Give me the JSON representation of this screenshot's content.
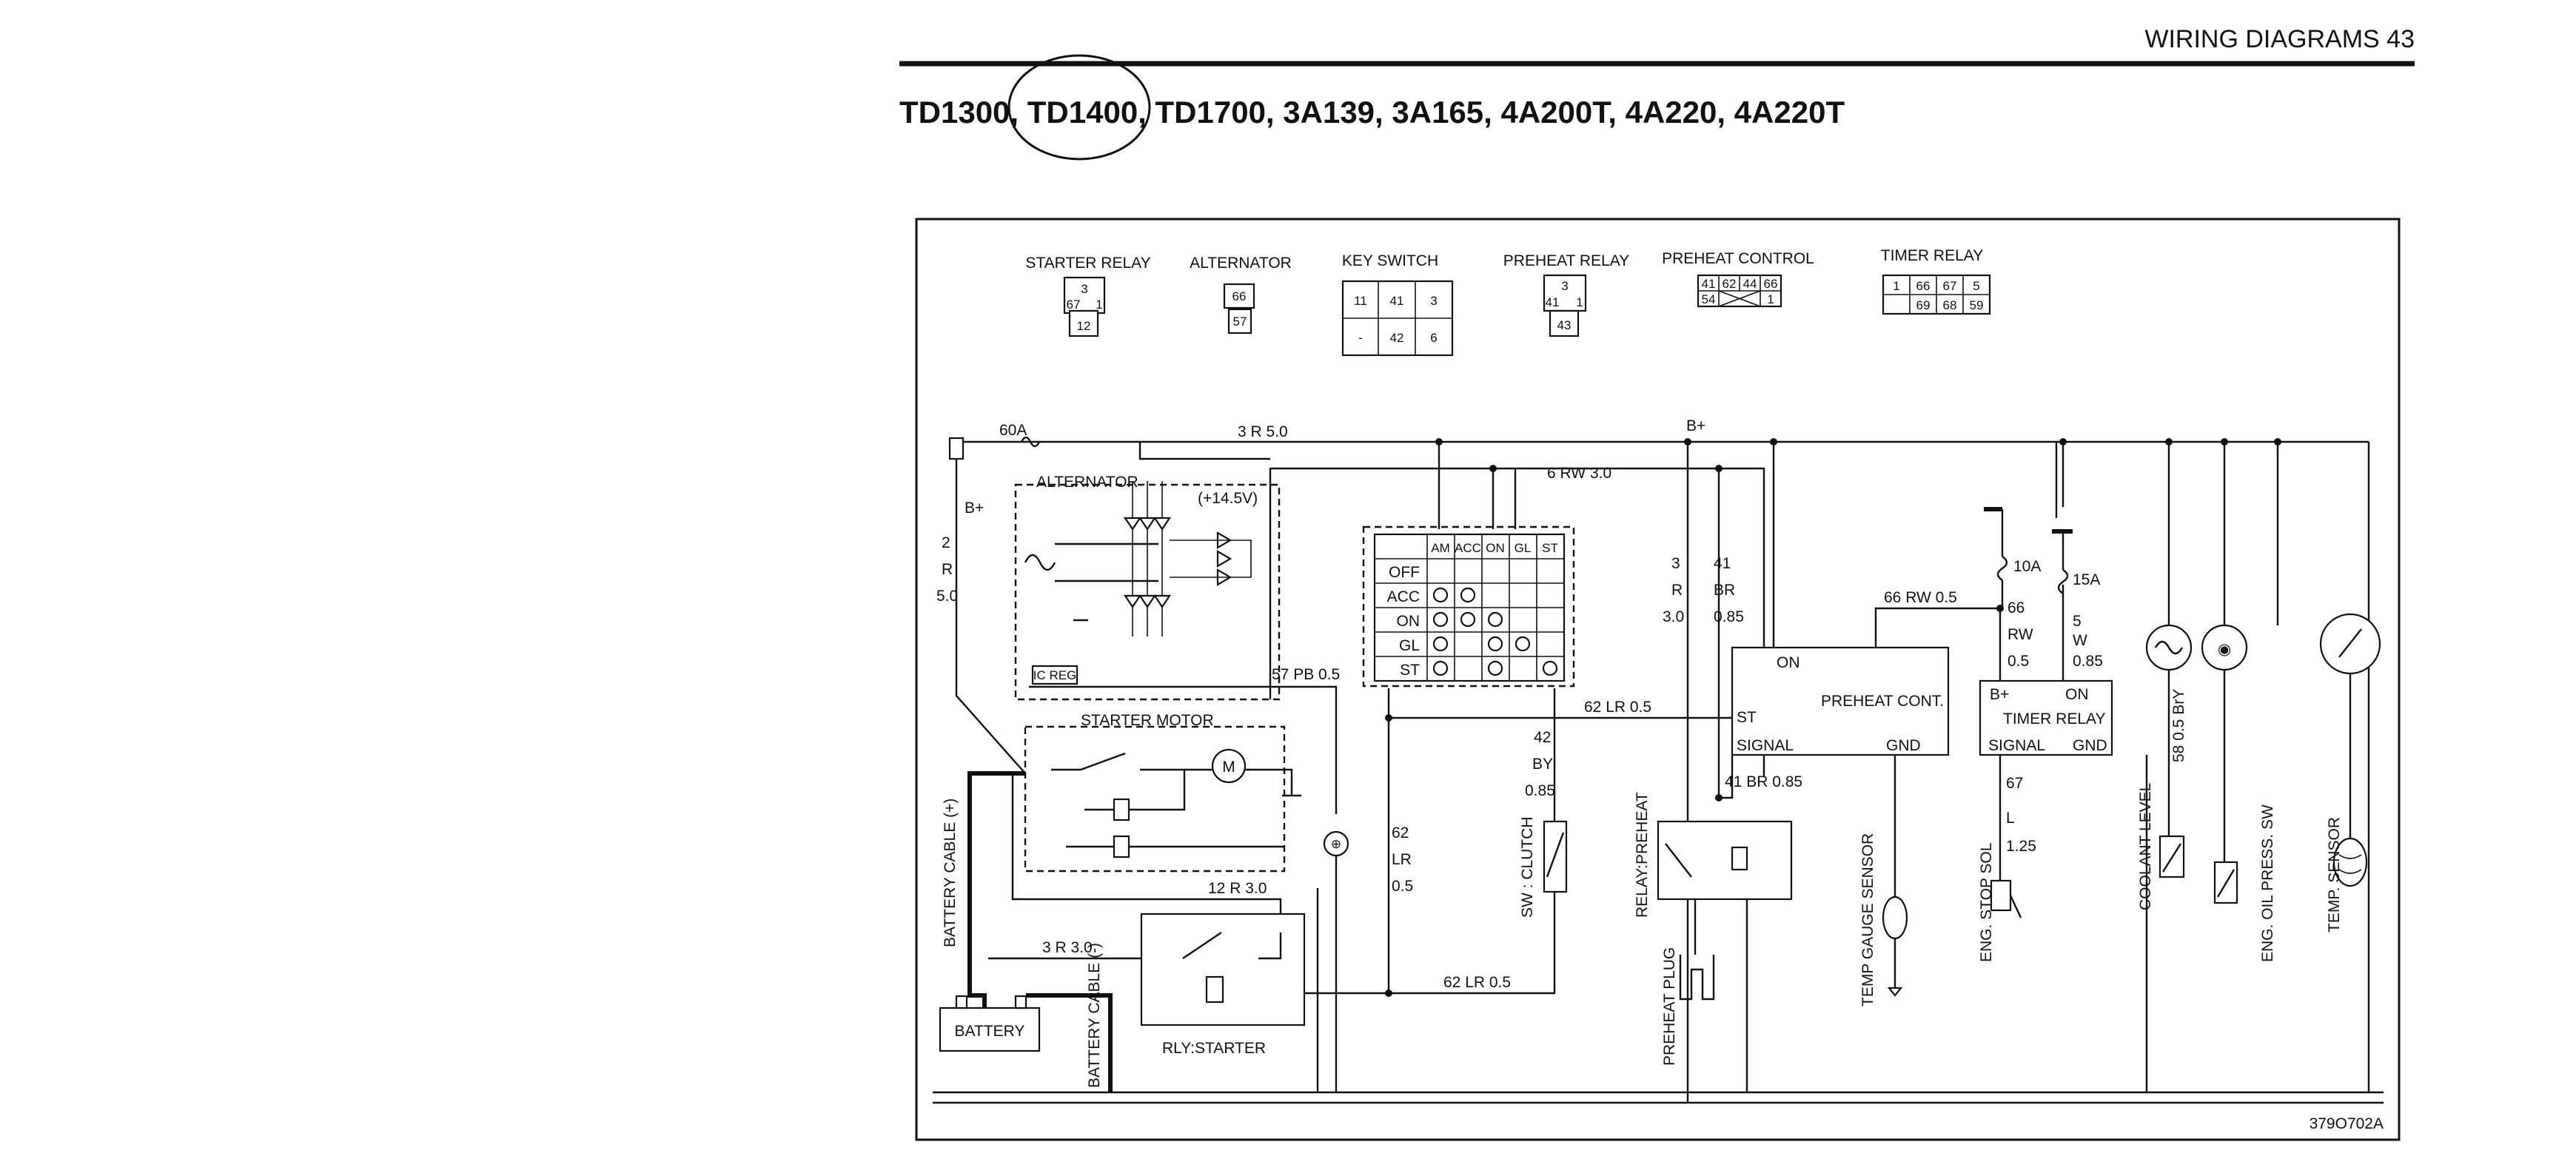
{
  "page_header": "WIRING DIAGRAMS 43",
  "models": "TD1300, TD1400, TD1700, 3A139, 3A165, 4A200T, 4A220, 4A220T",
  "connectors": {
    "starter_relay": {
      "title": "STARTER RELAY",
      "pins": [
        "3",
        "67",
        "1",
        "12"
      ]
    },
    "alternator": {
      "title": "ALTERNATOR",
      "pins": [
        "66",
        "57"
      ]
    },
    "key_switch": {
      "title": "KEY SWITCH",
      "pins": [
        "11",
        "41",
        "3",
        "-",
        "42",
        "6"
      ]
    },
    "preheat_relay": {
      "title": "PREHEAT RELAY",
      "pins": [
        "3",
        "41",
        "1",
        "43"
      ]
    },
    "preheat_control": {
      "title": "PREHEAT CONTROL",
      "pins": [
        "41",
        "62",
        "44",
        "66",
        "54",
        "1"
      ]
    },
    "timer_relay": {
      "title": "TIMER RELAY",
      "pins": [
        "1",
        "66",
        "67",
        "5",
        "69",
        "68",
        "59"
      ]
    }
  },
  "fuses": {
    "main": "60A",
    "f10": "10A",
    "f15": "15A"
  },
  "wires": {
    "w3_top": "3  R  5.0",
    "b_plus_top": "B+",
    "w6": "6  RW  3.0",
    "b_plus_left": "B+",
    "w2": [
      "2",
      "R",
      "5.0"
    ],
    "w57": "57  PB  0.5",
    "w62_top": "62  LR  0.5",
    "w42": [
      "42",
      "BY",
      "0.85"
    ],
    "w62_left": [
      "62",
      "LR",
      "0.5"
    ],
    "w62_bottom": "62  LR  0.5",
    "w12": "12  R  3.0",
    "w3_bottom": "3  R  3.0",
    "w3_mid": [
      "3",
      "R",
      "3.0"
    ],
    "w41": [
      "41",
      "BR",
      "0.85"
    ],
    "w41_sig": "41 BR 0.85",
    "w66": "66 RW 0.5",
    "w66_tr": [
      "66",
      "RW",
      "0.5"
    ],
    "w5": [
      "5",
      "W",
      "0.85"
    ],
    "w67": [
      "67",
      "L",
      "1.25"
    ],
    "w58": "58  0.5  BrY"
  },
  "alternator": {
    "title": "ALTERNATOR",
    "voltage": "(+14.5V)",
    "ic": "IC REG"
  },
  "starter_motor": {
    "title": "STARTER MOTOR",
    "motor": "M"
  },
  "key_table": {
    "columns": [
      "AM",
      "ACC",
      "ON",
      "GL",
      "ST"
    ],
    "rows": [
      "OFF",
      "ACC",
      "ON",
      "GL",
      "ST"
    ]
  },
  "preheat_cont": {
    "title": "PREHEAT CONT.",
    "on": "ON",
    "st": "ST",
    "signal": "SIGNAL",
    "gnd": "GND"
  },
  "timer_relay_box": {
    "title": "TIMER RELAY",
    "bplus": "B+",
    "on": "ON",
    "signal": "SIGNAL",
    "gnd": "GND"
  },
  "components": {
    "battery": "BATTERY",
    "battery_plus": "+",
    "battery_minus": "-",
    "battery_cable_pos": "BATTERY CABLE (+)",
    "battery_cable_neg": "BATTERY CABLE (-)",
    "rly_starter": "RLY:STARTER",
    "sw_clutch": "SW : CLUTCH",
    "relay_preheat": "RELAY:PREHEAT",
    "preheat_plug": "PREHEAT PLUG",
    "temp_gauge_sensor": "TEMP GAUGE SENSOR",
    "eng_stop_sol": "ENG. STOP SOL",
    "coolant_level": "COOLANT LEVEL",
    "eng_oil_press": "ENG. OIL PRESS. SW",
    "temp_sensor": "TEMP. SENSOR"
  },
  "diagram_code": "379O702A"
}
